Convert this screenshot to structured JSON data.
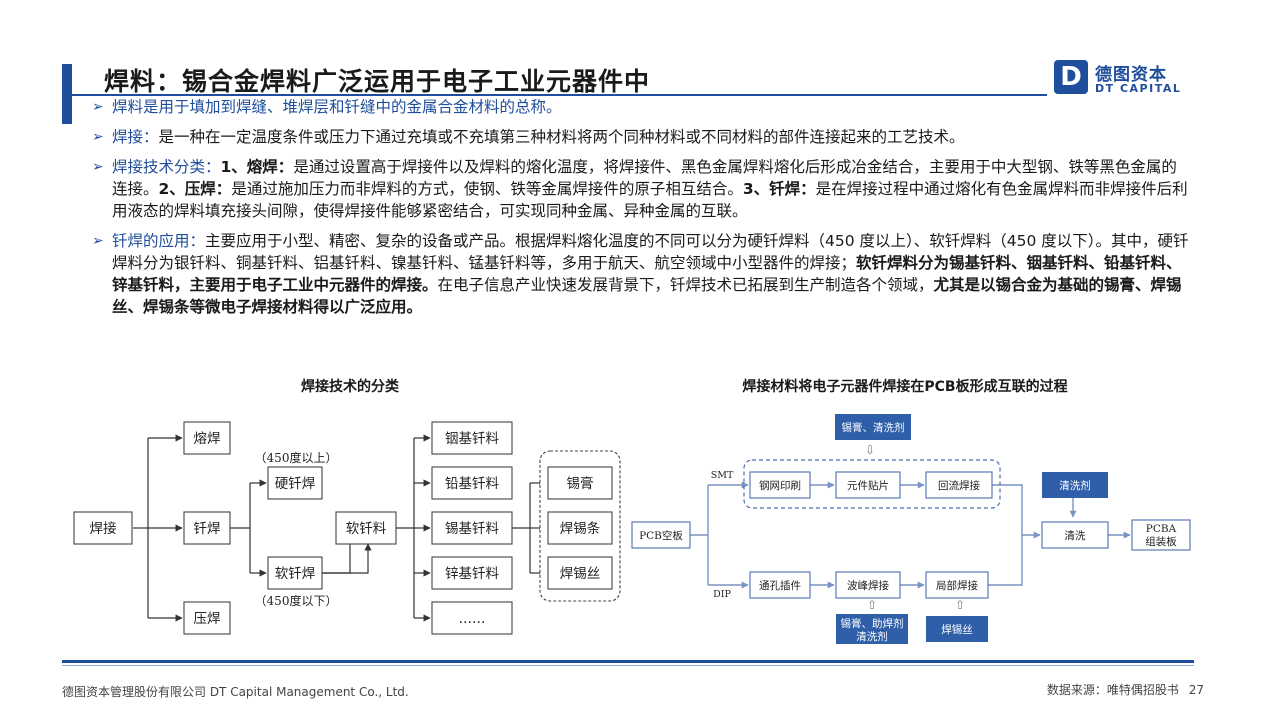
{
  "header": {
    "title": "焊料：锡合金焊料广泛运用于电子工业元器件中",
    "logo_mark": "D",
    "logo_cn": "德图资本",
    "logo_en": "DT CAPITAL"
  },
  "paragraphs": {
    "p1": "焊料是用于填加到焊缝、堆焊层和钎缝中的金属合金材料的总称。",
    "p2_label": "焊接：",
    "p2_text": "是一种在一定温度条件或压力下通过充填或不充填第三种材料将两个同种材料或不同材料的部件连接起来的工艺技术。",
    "p3_label": "焊接技术分类：",
    "p3_b1": "1、熔焊：",
    "p3_t1": "是通过设置高于焊接件以及焊料的熔化温度，将焊接件、黑色金属焊料熔化后形成冶金结合，主要用于中大型钢、铁等黑色金属的连接。",
    "p3_b2": "2、压焊：",
    "p3_t2": "是通过施加压力而非焊料的方式，使钢、铁等金属焊接件的原子相互结合。",
    "p3_b3": "3、钎焊：",
    "p3_t3": "是在焊接过程中通过熔化有色金属焊料而非焊接件后利用液态的焊料填充接头间隙，使得焊接件能够紧密结合，可实现同种金属、异种金属的互联。",
    "p4_label": "钎焊的应用：",
    "p4_t1": "主要应用于小型、精密、复杂的设备或产品。根据焊料熔化温度的不同可以分为硬钎焊料（450 度以上）、软钎焊料（450 度以下）。其中，硬钎焊料分为银钎料、铜基钎料、铝基钎料、镍基钎料、锰基钎料等，多用于航天、航空领域中小型器件的焊接；",
    "p4_b1": "软钎焊料分为锡基钎料、铟基钎料、铅基钎料、锌基钎料，主要用于电子工业中元器件的焊接。",
    "p4_t2": "在电子信息产业快速发展背景下，钎焊技术已拓展到生产制造各个领域，",
    "p4_b2": "尤其是以锡合金为基础的锡膏、焊锡丝、焊锡条等微电子焊接材料得以广泛应用。"
  },
  "left_diagram": {
    "caption": "焊接技术的分类",
    "root": "焊接",
    "level1": [
      "熔焊",
      "钎焊",
      "压焊"
    ],
    "hard": "硬钎焊",
    "soft": "软钎焊",
    "hard_note": "（450度以上）",
    "soft_note": "（450度以下）",
    "soft_material": "软钎料",
    "materials": [
      "铟基钎料",
      "铅基钎料",
      "锡基钎料",
      "锌基钎料",
      "……"
    ],
    "products": [
      "锡膏",
      "焊锡条",
      "焊锡丝"
    ]
  },
  "right_diagram": {
    "caption": "焊接材料将电子元器件焊接在PCB板形成互联的过程",
    "pcb": "PCB空板",
    "smt": "SMT",
    "dip": "DIP",
    "smt_input": "锡膏、清洗剂",
    "smt_steps": [
      "钢网印刷",
      "元件贴片",
      "回流焊接"
    ],
    "dip_steps": [
      "通孔插件",
      "波峰焊接",
      "局部焊接"
    ],
    "dip_input1_l1": "锡膏、助焊剂",
    "dip_input1_l2": "清洗剂",
    "dip_input2": "焊锡丝",
    "clean_agent": "清洗剂",
    "clean": "清洗",
    "out_l1": "PCBA",
    "out_l2": "组装板"
  },
  "footer": {
    "company": "德图资本管理股份有限公司  DT Capital Management  Co., Ltd.",
    "source": "数据来源：唯特偶招股书",
    "page": "27"
  },
  "colors": {
    "brand": "#1f4e9c",
    "box_fill": "#2f5fa8"
  }
}
